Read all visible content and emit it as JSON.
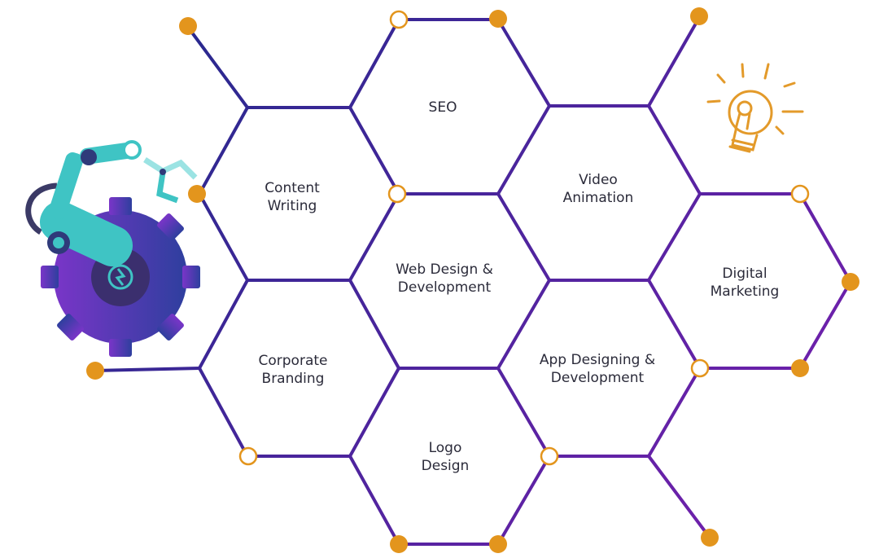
{
  "hexagons": [
    {
      "id": "seo",
      "lines": [
        "SEO"
      ]
    },
    {
      "id": "content-writing",
      "lines": [
        "Content",
        "Writing"
      ]
    },
    {
      "id": "video-animation",
      "lines": [
        "Video",
        "Animation"
      ]
    },
    {
      "id": "web-design",
      "lines": [
        "Web Design &",
        "Development"
      ]
    },
    {
      "id": "digital-marketing",
      "lines": [
        "Digital",
        "Marketing"
      ]
    },
    {
      "id": "corporate-branding",
      "lines": [
        "Corporate",
        "Branding"
      ]
    },
    {
      "id": "app-designing",
      "lines": [
        "App Designing &",
        "Development"
      ]
    },
    {
      "id": "logo-design",
      "lines": [
        "Logo",
        "Design"
      ]
    }
  ],
  "colors": {
    "line_start": "#1f2a8a",
    "line_end": "#7a1fb0",
    "node": "#e3951d",
    "text": "#2b2b3a",
    "gear_start": "#7a35c8",
    "gear_end": "#2e3f9e",
    "arm": "#3fc4c4",
    "bulb": "#e39a2a"
  },
  "icons": [
    "robot-arm-gear-icon",
    "lightbulb-icon"
  ]
}
